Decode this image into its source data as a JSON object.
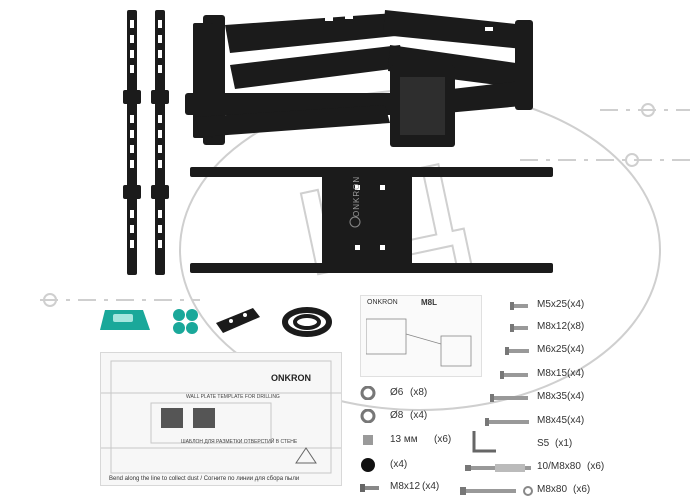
{
  "watermark": {
    "text": "КЦ"
  },
  "template": {
    "brand": "ONKRON",
    "title_en": "WALL PLATE TEMPLATE FOR DRILLING",
    "title_ru": "ШАБЛОН ДЛЯ РАЗМЕТКИ ОТВЕРСТИЙ В СТЕНЕ",
    "footer": "Bend along the line to collect dust / Согните по линии для сбора пыли"
  },
  "manual": {
    "brand": "ONKRON",
    "model": "M8L"
  },
  "wall_plate": {
    "brand": "ONKRON"
  },
  "hardware_right": [
    {
      "name": "M5x25",
      "qty": "(x4)"
    },
    {
      "name": "M8x12",
      "qty": "(x8)"
    },
    {
      "name": "M6x25",
      "qty": "(x4)"
    },
    {
      "name": "M8x15",
      "qty": "(x4)"
    },
    {
      "name": "M8x35",
      "qty": "(x4)"
    },
    {
      "name": "M8x45",
      "qty": "(x4)"
    },
    {
      "name": "S5",
      "qty": "(x1)"
    },
    {
      "name": "10/M8x80",
      "qty": "(x6)"
    },
    {
      "name": "M8x80",
      "qty": "(x6)"
    }
  ],
  "hardware_left": [
    {
      "name": "Ø6",
      "qty": "(x8)"
    },
    {
      "name": "Ø8",
      "qty": "(x4)"
    },
    {
      "name": "13 мм",
      "qty": "(x6)"
    },
    {
      "name": "",
      "qty": "(x4)"
    },
    {
      "name": "M8x12",
      "qty": "(x4)"
    }
  ],
  "colors": {
    "metal": "#1b1b1b",
    "level": "#1aa89a",
    "watermark": "#c8c8c8"
  }
}
